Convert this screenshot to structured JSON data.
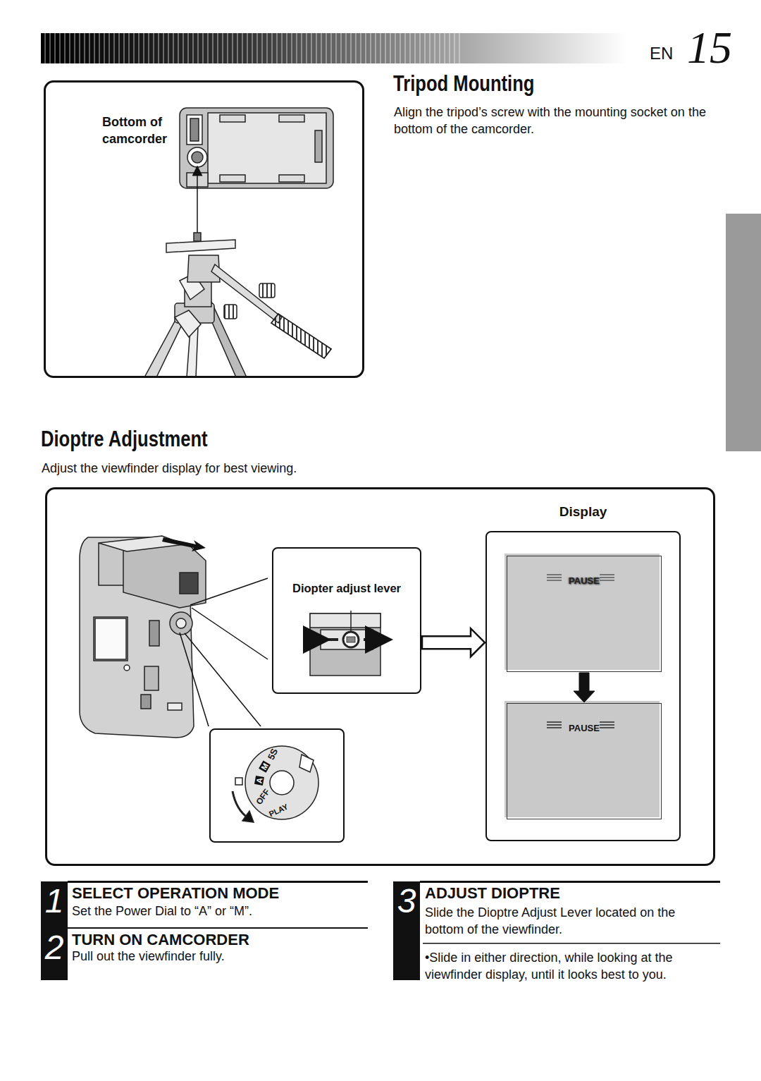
{
  "diagram": {
    "nodes": [
      {
        "text": [
          "Bottom of camcorder"
        ]
      },
      {
        "text": []
      },
      {
        "text": [
          "Diopter adjust lever"
        ],
        "in": 1
      },
      {
        "text": [],
        "in": 1
      },
      {
        "text": [
          "Display"
        ],
        "in": 1
      },
      {
        "text": [
          "PAUSE"
        ],
        "in": 4
      },
      {
        "text": [
          "PAUSE"
        ],
        "in": 4
      }
    ],
    "edges": [
      {
        "from": 2,
        "to": 4,
        "arrow": "to"
      },
      {
        "from": 5,
        "to": 6,
        "arrow": "to"
      }
    ],
    "labels": [
      "EN",
      "15",
      "Tripod Mounting",
      "Align the tripod’s screw with the mounting socket on the bottom of the camcorder.",
      "Dioptre Adjustment",
      "Adjust the viewfinder display for best viewing.",
      "5S",
      "M",
      "A",
      "OFF",
      "PLAY",
      "1",
      "SELECT OPERATION MODE",
      "Set the Power Dial to “A” or “M”.",
      "2",
      "TURN ON CAMCORDER",
      "Pull out the viewfinder fully.",
      "3",
      "ADJUST DIOPTRE",
      "Slide the Dioptre Adjust Lever located on the bottom of the viewfinder.",
      "•Slide in either direction, while looking at the viewfinder display, until it looks best to you."
    ]
  }
}
